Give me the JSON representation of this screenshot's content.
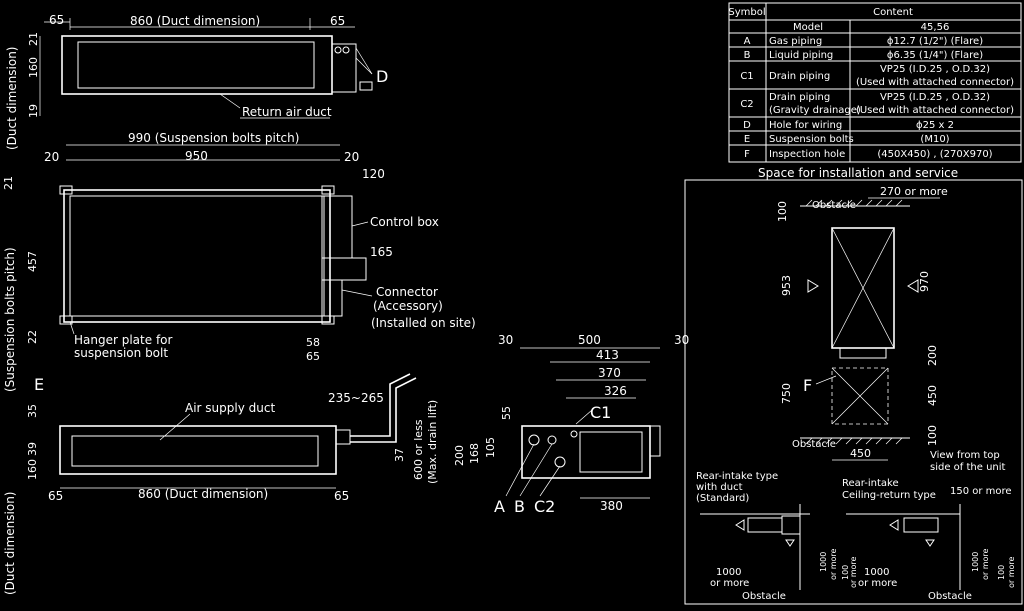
{
  "table": {
    "header": [
      "Symbol",
      "Content"
    ],
    "rows": [
      {
        "symbol": "",
        "item": "Model",
        "content": "45,56"
      },
      {
        "symbol": "A",
        "item": "Gas piping",
        "content": "ϕ12.7 (1/2\") (Flare)"
      },
      {
        "symbol": "B",
        "item": "Liquid piping",
        "content": "ϕ6.35 (1/4\") (Flare)"
      },
      {
        "symbol": "C1",
        "item": "Drain piping",
        "content": "VP25 (I.D.25 , O.D.32)",
        "content2": "(Used with attached connector)"
      },
      {
        "symbol": "C2",
        "item": "Drain piping",
        "item2": "(Gravity drainage)",
        "content": "VP25 (I.D.25 , O.D.32)",
        "content2": "(Used with attached connector)"
      },
      {
        "symbol": "D",
        "item": "Hole for wiring",
        "content": "ϕ25 x 2"
      },
      {
        "symbol": "E",
        "item": "Suspension bolts",
        "content": "(M10)"
      },
      {
        "symbol": "F",
        "item": "Inspection hole",
        "content": "(450X450) , (270X970)"
      }
    ]
  },
  "top_view": {
    "dim_65_left": "65",
    "duct_dim": "860 (Duct dimension)",
    "dim_65_right": "65",
    "dim_21": "21",
    "dim_160": "160",
    "dim_19": "19",
    "label_return": "Return air duct",
    "label_d": "D",
    "label_dd": "(Duct dimension)"
  },
  "front_view": {
    "susp_pitch": "990 (Suspension bolts pitch)",
    "dim_20a": "20",
    "dim_950": "950",
    "dim_20b": "20",
    "dim_120": "120",
    "dim_21": "21",
    "dim_457": "457",
    "dim_22": "22",
    "label_control": "Control box",
    "dim_165": "165",
    "label_connector": "Connector",
    "label_accessory": "(Accessory)",
    "label_installed": "(Installed on site)",
    "label_hanger1": "Hanger plate for",
    "label_hanger2": "suspension bolt",
    "dim_58": "58",
    "dim_65": "65",
    "label_susp_bolts_pitch": "(Suspension bolts pitch)"
  },
  "bottom_view": {
    "label_e": "E",
    "dim_35": "35",
    "label_supply": "Air supply duct",
    "dim_235": "235~265",
    "dim_39": "39",
    "dim_160": "160",
    "dim_37": "37",
    "dim_600": "600 or less",
    "dim_lift": "(Max. drain lift)",
    "dim_65a": "65",
    "duct_dim": "860 (Duct dimension)",
    "dim_65b": "65",
    "label_dd": "(Duct dimension)"
  },
  "side_view": {
    "dim_30a": "30",
    "dim_500": "500",
    "dim_30b": "30",
    "dim_413": "413",
    "dim_370": "370",
    "dim_326": "326",
    "dim_55": "55",
    "label_c1": "C1",
    "dim_200": "200",
    "dim_168": "168",
    "dim_105": "105",
    "label_a": "A",
    "label_b": "B",
    "label_c2": "C2",
    "dim_380": "380"
  },
  "service": {
    "title": "Space for installation and service",
    "dim_270": "270 or more",
    "dim_100a": "100",
    "label_obstacle_top": "Obstacle",
    "dim_953": "953",
    "dim_970": "970",
    "dim_200": "200",
    "label_f": "F",
    "dim_750": "750",
    "dim_450v": "450",
    "dim_100b": "100",
    "label_obstacle_bottom": "Obstacle",
    "dim_450h": "450",
    "view1": "View from top",
    "view2": "side of the unit",
    "rear1a": "Rear-intake type",
    "rear1b": "with duct",
    "rear1c": "(Standard)",
    "rear2a": "Rear-intake",
    "rear2b": "Ceiling-return type",
    "dim_150": "150 or more",
    "dim_1000a": "1000",
    "dim_ormore_a": "or more",
    "dim_1000b": "1000",
    "dim_ormore_b": "or more",
    "dim_100c": "100",
    "dim_ormore_c": "or more",
    "label_obstacle_r1": "Obstacle",
    "dim_1000c": "1000",
    "dim_ormore_d": "or more",
    "dim_1000d": "1000",
    "dim_ormore_e": "or more",
    "dim_100d": "100",
    "dim_ormore_f": "or more",
    "label_obstacle_r2": "Obstacle"
  }
}
